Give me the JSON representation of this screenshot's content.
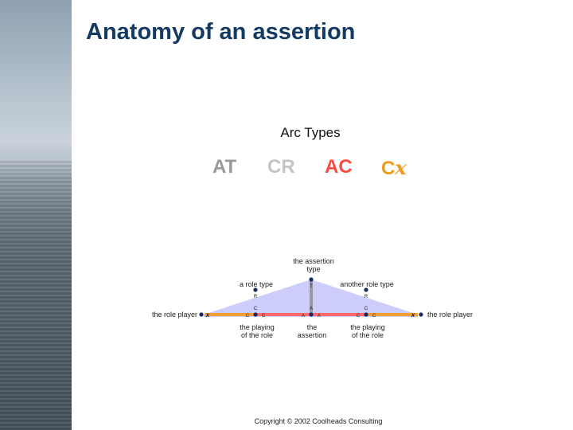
{
  "slide": {
    "title": "Anatomy of an assertion",
    "subtitle": "Arc Types",
    "footer": "Copyright © 2002 Coolheads Consulting"
  },
  "arc_types": [
    {
      "label": "AT",
      "color": "#999999"
    },
    {
      "label": "CR",
      "color": "#c4c4c4"
    },
    {
      "label": "AC",
      "color": "#ff4a42"
    },
    {
      "label": "C",
      "italic_suffix": "x",
      "color": "#f29a1c"
    }
  ],
  "diagram": {
    "labels": {
      "assertion_type_line1": "the assertion",
      "assertion_type_line2": "type",
      "role_type_left": "a role type",
      "role_type_right": "another role type",
      "role_player_left": "the role player",
      "role_player_right": "the role player",
      "playing_left_line1": "the playing",
      "playing_left_line2": "of the role",
      "assertion_line1": "the",
      "assertion_line2": "assertion",
      "playing_right_line1": "the playing",
      "playing_right_line2": "of the role"
    },
    "node_letters": {
      "t": "T",
      "r": "R",
      "c": "C",
      "a": "A",
      "x": "x"
    },
    "colors": {
      "triangle_fill": "#cccdfb",
      "at_stem": "#999999",
      "ac_bar": "#ff6b6b",
      "cx_bar": "#f2a033",
      "node": "#1a2a66"
    }
  }
}
